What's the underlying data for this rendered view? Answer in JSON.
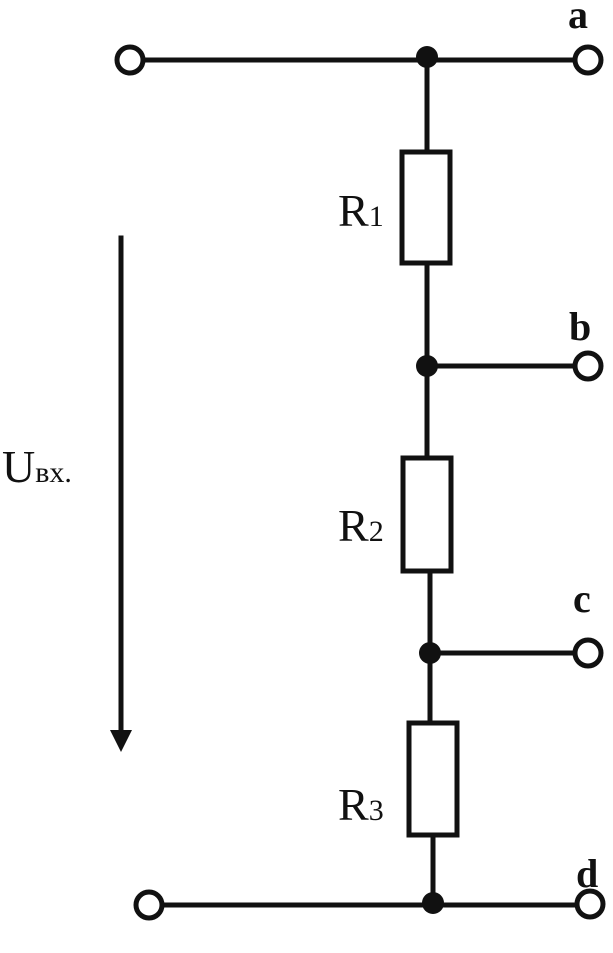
{
  "diagram": {
    "terminals": {
      "a": "a",
      "b": "b",
      "c": "c",
      "d": "d"
    },
    "resistors": [
      {
        "letter": "R",
        "index": "1"
      },
      {
        "letter": "R",
        "index": "2"
      },
      {
        "letter": "R",
        "index": "3"
      }
    ],
    "input_voltage": {
      "symbol": "U",
      "subscript": "вх."
    },
    "colors": {
      "ink": "#111111",
      "background": "#ffffff"
    }
  }
}
